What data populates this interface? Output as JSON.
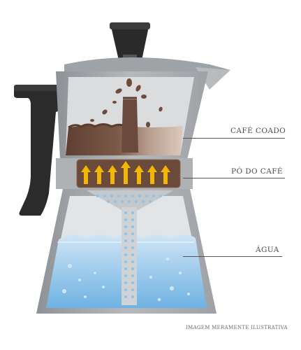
{
  "labels": {
    "cafe_coado": "CAFÉ COADO",
    "po_do_cafe": "PÓ DO CAFÉ",
    "agua": "ÁGUA"
  },
  "caption": "IMAGEM MERAMENTE ILUSTRATIVA",
  "colors": {
    "body_steel": "#a9adb1",
    "body_light": "#d6d8da",
    "handle": "#2b2b2b",
    "brewed_coffee": "#7b5a48",
    "coffee_light": "#c9b4a6",
    "grounds": "#6b4a3c",
    "arrows": "#f2b705",
    "water": "#a9d2ee",
    "water_deep": "#6fb4e4",
    "bubbles": "#cfe6f7"
  },
  "icons": [
    "steam-arrow-icon",
    "water-bubble-icon",
    "coffee-droplet-icon"
  ]
}
